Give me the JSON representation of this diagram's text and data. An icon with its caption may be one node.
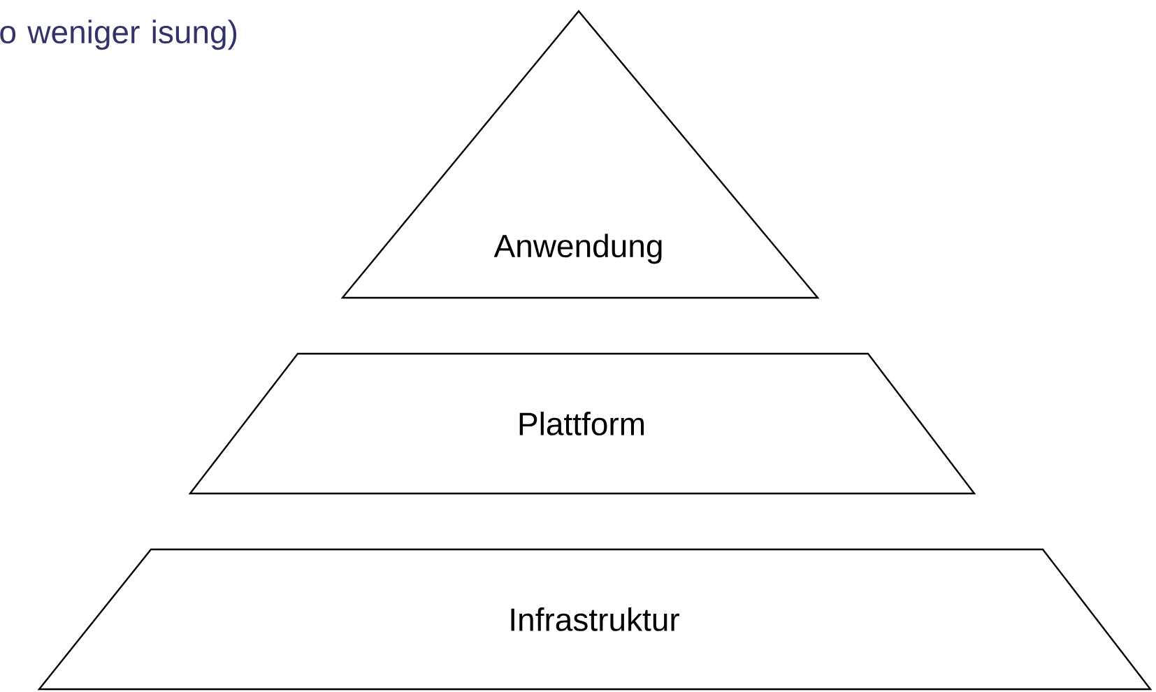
{
  "diagram": {
    "nodes": [
      {
        "text": [
          "Anwendung"
        ]
      },
      {
        "text": [
          "Plattform"
        ]
      },
      {
        "text": [
          "Infrastruktur"
        ]
      }
    ],
    "labels": [
      "o weniger isung)"
    ]
  }
}
